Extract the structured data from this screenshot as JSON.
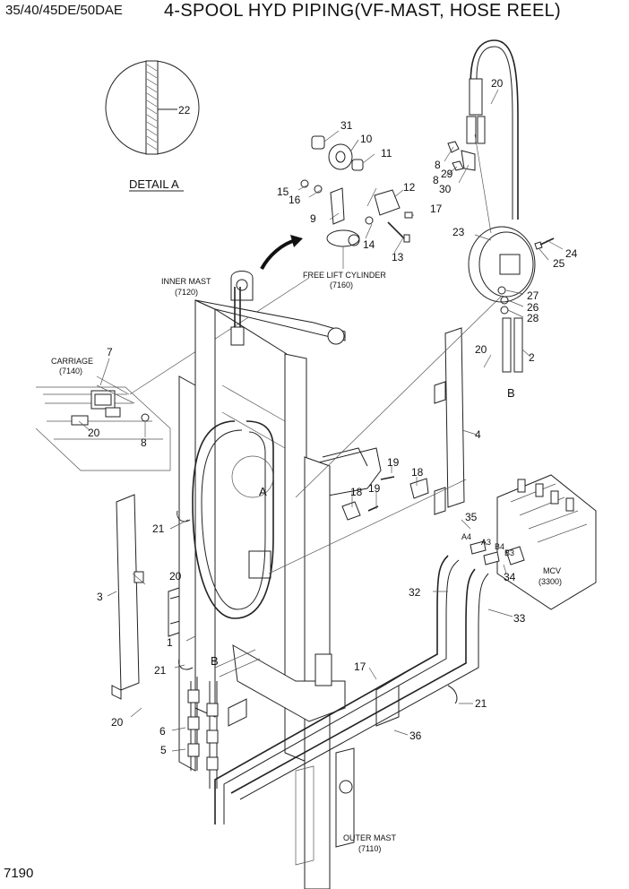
{
  "header": {
    "model": "35/40/45DE/50DAE",
    "title": "4-SPOOL HYD PIPING(VF-MAST, HOSE REEL)"
  },
  "footer": {
    "page_number": "7190"
  },
  "detail": {
    "title": "DETAIL A",
    "callout": "22"
  },
  "labels": {
    "inner_mast": "INNER MAST",
    "inner_mast_code": "(7120)",
    "free_lift": "FREE LIFT CYLINDER",
    "free_lift_code": "(7160)",
    "carriage": "CARRIAGE",
    "carriage_code": "(7140)",
    "mcv": "MCV",
    "mcv_code": "(3300)",
    "outer_mast": "OUTER MAST",
    "outer_mast_code": "(7110)",
    "view_a": "A",
    "view_b1": "B",
    "view_b2": "B",
    "port_a4": "A4",
    "port_a3": "A3",
    "port_b4": "B4",
    "port_b3": "B3"
  },
  "callouts": {
    "c31": "31",
    "c10": "10",
    "c11": "11",
    "c15": "15",
    "c16": "16",
    "c12": "12",
    "c9": "9",
    "c14": "14",
    "c17a": "17",
    "c13": "13",
    "c20a": "20",
    "c8a": "8",
    "c29": "29",
    "c8b": "8",
    "c30": "30",
    "c23": "23",
    "c24": "24",
    "c25": "25",
    "c27": "27",
    "c26": "26",
    "c28": "28",
    "c20b": "20",
    "c2": "2",
    "c7": "7",
    "c20c": "20",
    "c8c": "8",
    "c4": "4",
    "c19a": "19",
    "c18a": "18",
    "c18b": "18",
    "c19b": "19",
    "c21a": "21",
    "c35": "35",
    "c3": "3",
    "c20d": "20",
    "c34": "34",
    "c32": "32",
    "c33": "33",
    "c1": "1",
    "c21b": "21",
    "c17b": "17",
    "c21c": "21",
    "c20e": "20",
    "c6": "6",
    "c36": "36",
    "c5": "5"
  }
}
